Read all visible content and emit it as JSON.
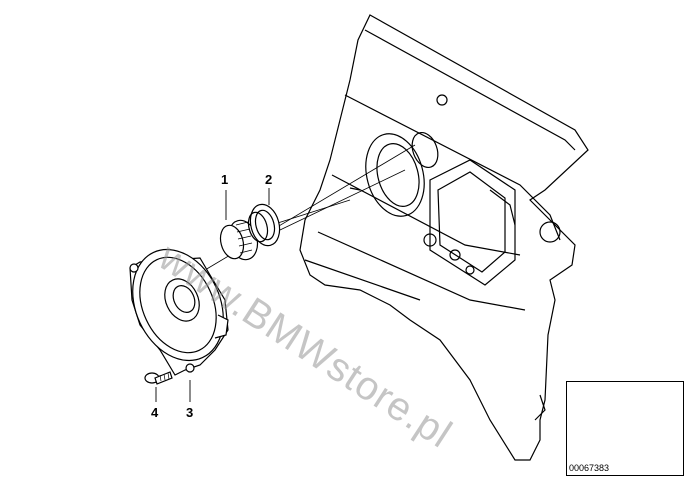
{
  "callouts": {
    "c1": "1",
    "c2": "2",
    "c3": "3",
    "c4": "4"
  },
  "watermark": "www.BMWstore.pl",
  "part_number": "00067383",
  "colors": {
    "line": "#000000",
    "fill": "#ffffff",
    "watermark": "#969696"
  }
}
